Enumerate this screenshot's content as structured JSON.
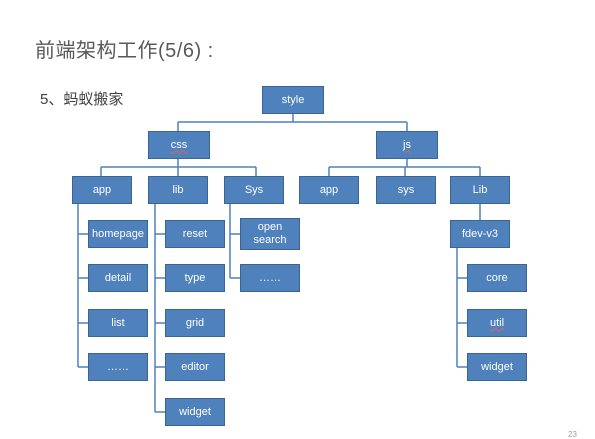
{
  "slide": {
    "title": "前端架构工作(5/6)  :",
    "subtitle": "5、蚂蚁搬家",
    "page_number": "23"
  },
  "tree": {
    "root": "style",
    "css": {
      "label": "css",
      "children": [
        "app",
        "lib",
        "Sys"
      ],
      "app_items": [
        "homepage",
        "detail",
        "list",
        "……"
      ],
      "lib_items": [
        "reset",
        "type",
        "grid",
        "editor",
        "widget"
      ],
      "sys_items": [
        "open\nsearch",
        "……"
      ]
    },
    "js": {
      "label": "js",
      "children": [
        "app",
        "sys",
        "Lib"
      ],
      "lib_child": "fdev-v3",
      "fdev_items": [
        "core",
        "util",
        "widget"
      ]
    }
  },
  "colors": {
    "node_fill": "#4f81bd",
    "node_border": "#3a6491",
    "connector": "#4f81bd"
  }
}
